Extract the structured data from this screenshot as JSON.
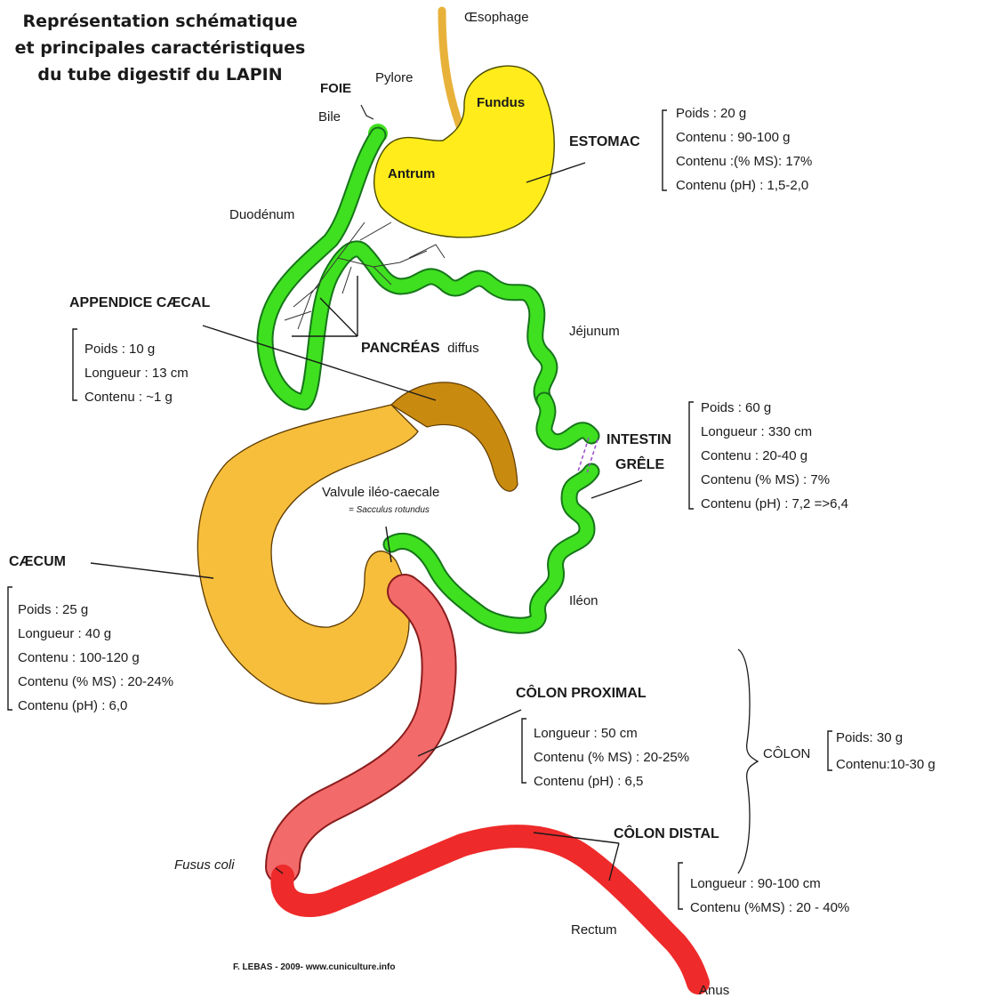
{
  "title": {
    "line1": "Représentation schématique",
    "line2": "et principales caractéristiques",
    "line3": "du tube digestif du LAPIN"
  },
  "labels": {
    "oesophage": "Œsophage",
    "foie": "FOIE",
    "bile": "Bile",
    "pylore": "Pylore",
    "fundus": "Fundus",
    "antrum": "Antrum",
    "duodenum": "Duodénum",
    "jejunum": "Jéjunum",
    "pancreas": "PANCRÉAS",
    "pancreas_suffix": "diffus",
    "ileon": "Iléon",
    "valvule": "Valvule iléo-caecale",
    "sacculus": "= Sacculus rotundus",
    "fusus": "Fusus coli",
    "rectum": "Rectum",
    "anus": "Anus",
    "credit": "F. LEBAS - 2009- www.cuniculture.info"
  },
  "organs": {
    "estomac": {
      "name": "ESTOMAC",
      "stats": [
        "Poids : 20 g",
        "Contenu : 90-100 g",
        "Contenu :(% MS): 17%",
        "Contenu (pH) : 1,5-2,0"
      ]
    },
    "appendice": {
      "name": "APPENDICE CÆCAL",
      "stats": [
        "Poids : 10 g",
        "Longueur : 13 cm",
        "Contenu : ~1 g"
      ]
    },
    "intestin": {
      "name_line1": "INTESTIN",
      "name_line2": "GRÊLE",
      "stats": [
        "Poids : 60 g",
        "Longueur : 330 cm",
        "Contenu : 20-40 g",
        "Contenu (% MS) : 7%",
        "Contenu (pH) : 7,2 =>6,4"
      ]
    },
    "caecum": {
      "name": "CÆCUM",
      "stats": [
        "Poids : 25 g",
        "Longueur : 40 g",
        "Contenu : 100-120 g",
        "Contenu (% MS) : 20-24%",
        "Contenu (pH) : 6,0"
      ]
    },
    "colon_proximal": {
      "name": "CÔLON PROXIMAL",
      "stats": [
        "Longueur : 50 cm",
        "Contenu (% MS) : 20-25%",
        "Contenu (pH) : 6,5"
      ]
    },
    "colon": {
      "name": "CÔLON",
      "stats": [
        "Poids: 30 g",
        "Contenu:10-30 g"
      ]
    },
    "colon_distal": {
      "name": "CÔLON DISTAL",
      "stats": [
        "Longueur : 90-100 cm",
        "Contenu (%MS) : 20 - 40%"
      ]
    }
  },
  "colors": {
    "stomach": "#ffec1a",
    "intestine": "#3fe01f",
    "caecum": "#f7be3c",
    "appendix": "#c98a10",
    "colon_proximal": "#f36a6a",
    "colon_distal": "#ee2a2a",
    "fusus": "#d21fd8",
    "esophagus": "#e8b23a"
  }
}
